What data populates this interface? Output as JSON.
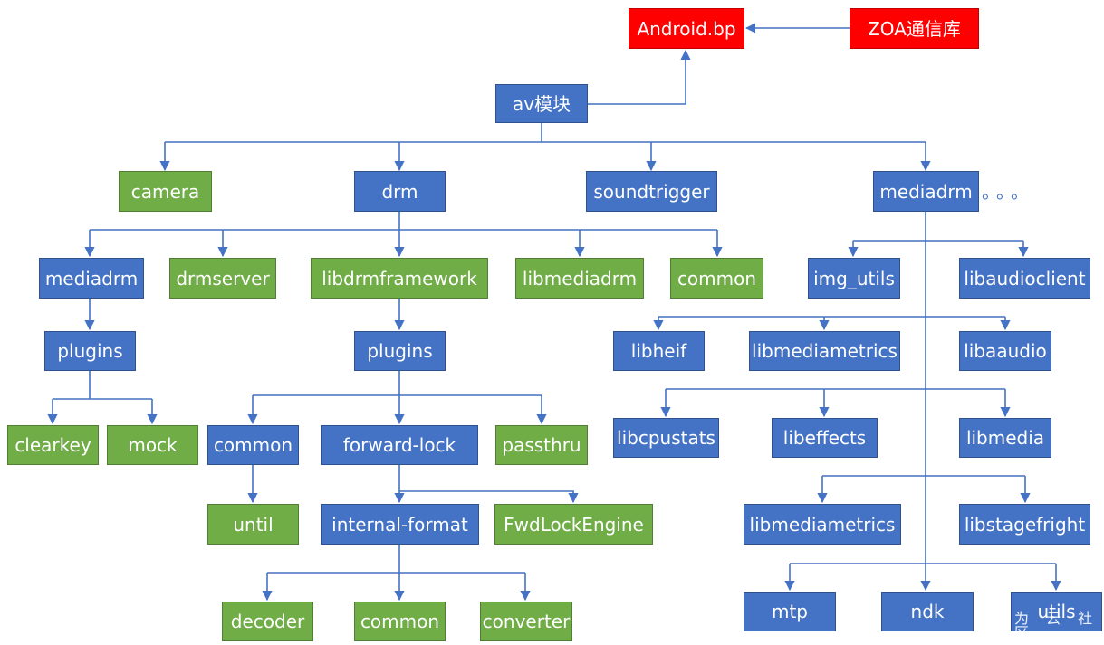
{
  "colors": {
    "blue": "#4472c4",
    "green": "#70ad47",
    "red": "#ff0000",
    "connector": "#4472c4"
  },
  "nodes": {
    "android_bp": "Android.bp",
    "zoa": "ZOA通信库",
    "av": "av模块",
    "camera": "camera",
    "drm": "drm",
    "soundtrigger": "soundtrigger",
    "mediadrm": "mediadrm",
    "drm_mediadrm": "mediadrm",
    "drmserver": "drmserver",
    "libdrmframework": "libdrmframework",
    "libmediadrm": "libmediadrm",
    "drm_common": "common",
    "mediadrm_plugins": "plugins",
    "clearkey": "clearkey",
    "mock": "mock",
    "framework_plugins": "plugins",
    "plugins_common": "common",
    "forward_lock": "forward-lock",
    "passthru": "passthru",
    "until": "until",
    "internal_format": "internal-format",
    "fwdlockengine": "FwdLockEngine",
    "decoder": "decoder",
    "format_common": "common",
    "converter": "converter",
    "img_utils": "img_utils",
    "libaudioclient": "libaudioclient",
    "libheif": "libheif",
    "libmediametrics_1": "libmediametrics",
    "libaaudio": "libaaudio",
    "libcpustats": "libcpustats",
    "libeffects": "libeffects",
    "libmedia": "libmedia",
    "libmediametrics_2": "libmediametrics",
    "libstagefright": "libstagefright",
    "mtp": "mtp",
    "ndk": "ndk",
    "utils": "utils"
  },
  "ellipsis": "。。。",
  "watermark": "为 云 社 区"
}
